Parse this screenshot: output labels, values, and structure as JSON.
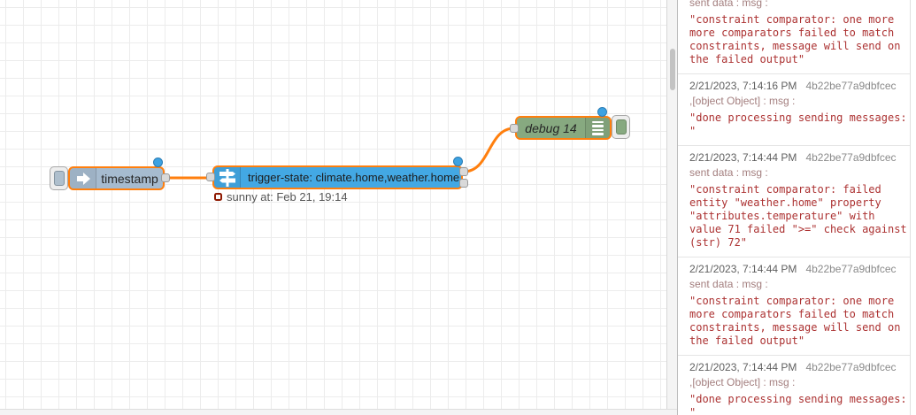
{
  "canvas": {
    "nodes": {
      "inject": {
        "label": "timestamp"
      },
      "trigger": {
        "label": "trigger-state: climate.home,weather.home",
        "status_text": "sunny at: Feb 21, 19:14"
      },
      "debug": {
        "label": "debug 14"
      }
    },
    "colors": {
      "selection_border": "#ff7f0e",
      "wire": "#ff7f0e",
      "inject_node": "#a6bbcf",
      "trigger_node": "#43a8e4",
      "debug_node": "#87a980",
      "changed_badge": "#3da2e2",
      "status_icon": "#8f1a02",
      "grid_line": "#ececec"
    }
  },
  "sidebar": {
    "payload_color": "#ac3232",
    "messages": [
      {
        "path": "sent data : msg :",
        "payload": "\"constraint comparator: one more more comparators failed to match constraints, message will send on the failed output\""
      },
      {
        "date": "2/21/2023, 7:14:16 PM",
        "id": "4b22be77a9dbfcec",
        "path": ",[object Object] : msg :",
        "payload": "\"done processing sending messages: \""
      },
      {
        "date": "2/21/2023, 7:14:44 PM",
        "id": "4b22be77a9dbfcec",
        "path": "sent data : msg :",
        "payload": "\"constraint comparator: failed entity \"weather.home\" property \"attributes.temperature\" with value 71 failed \">=\" check against (str) 72\""
      },
      {
        "date": "2/21/2023, 7:14:44 PM",
        "id": "4b22be77a9dbfcec",
        "path": "sent data : msg :",
        "payload": "\"constraint comparator: one more more comparators failed to match constraints, message will send on the failed output\""
      },
      {
        "date": "2/21/2023, 7:14:44 PM",
        "id": "4b22be77a9dbfcec",
        "path": ",[object Object] : msg :",
        "payload": "\"done processing sending messages: \""
      }
    ]
  }
}
